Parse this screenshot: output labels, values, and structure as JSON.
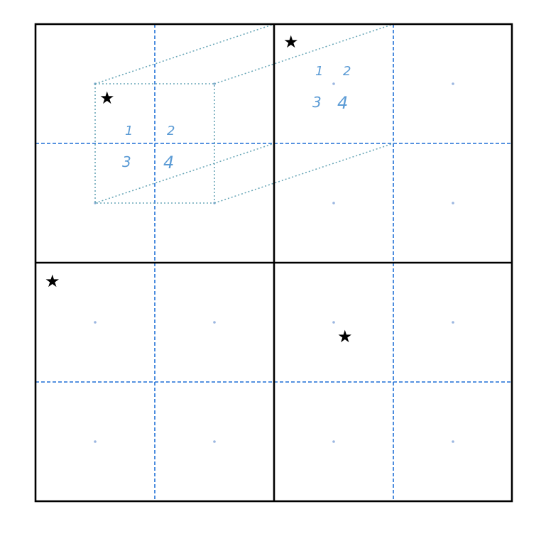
{
  "colors": {
    "frame": "#000000",
    "dashed_grid": "#1f6fd6",
    "dotted_box": "#6aa7b8",
    "grid_dots": "#9bb6e0",
    "labels": "#5b9bd5",
    "star": "#000000"
  },
  "diagram": {
    "quadrants": 4,
    "subdivisions_per_quadrant": 2,
    "star_symbol": "★",
    "cell_labels_left": [
      "1",
      "2",
      "3",
      "4"
    ],
    "cell_labels_right": [
      "1",
      "2",
      "3",
      "4"
    ]
  }
}
